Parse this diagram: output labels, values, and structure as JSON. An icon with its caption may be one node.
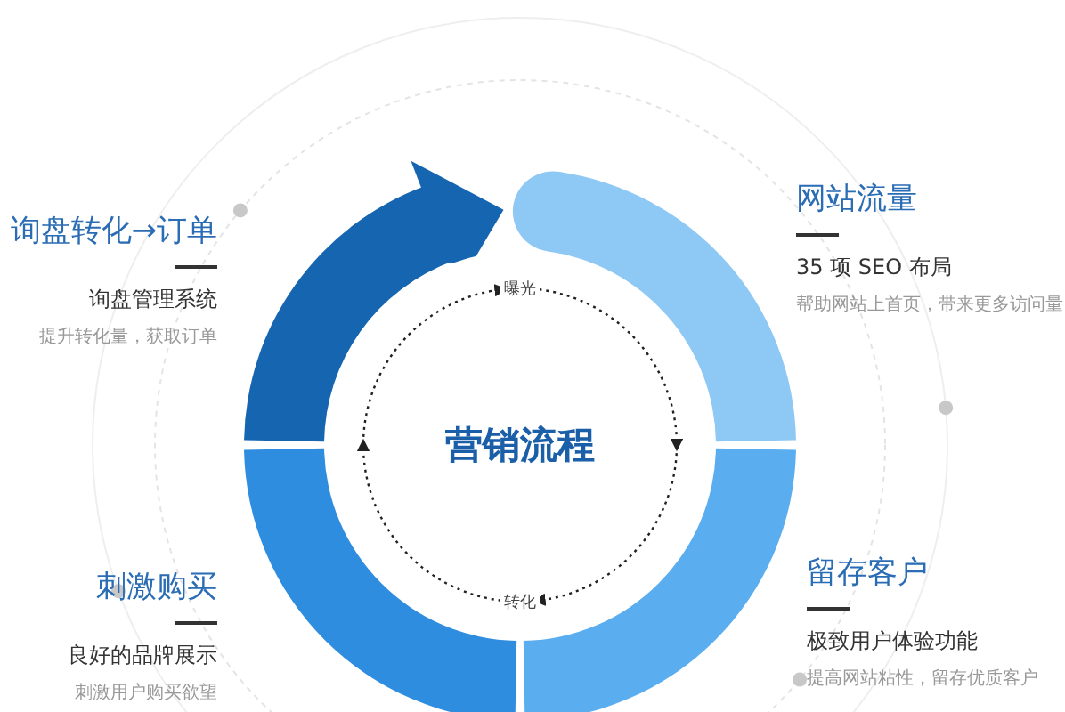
{
  "diagram": {
    "title": "营销流程",
    "nodes": [
      {
        "text": [
          "询盘转化→订单",
          "询盘管理系统",
          "提升转化量，获取订单"
        ]
      },
      {
        "text": [
          "网站流量",
          "35 项 SEO 布局",
          "帮助网站上首页，带来更多访问量"
        ]
      },
      {
        "text": [
          "刺激购买",
          "良好的品牌展示",
          "刺激用户购买欲望"
        ]
      },
      {
        "text": [
          "留存客户",
          "极致用户体验功能",
          "提高网站粘性，留存优质客户"
        ]
      },
      {
        "text": [
          "曝光"
        ]
      },
      {
        "text": [
          "转化"
        ]
      }
    ],
    "edges": [
      {
        "from": 4,
        "to": 5,
        "arrow": "to",
        "style": "dashed"
      },
      {
        "from": 5,
        "to": 4,
        "arrow": "to",
        "style": "dashed"
      }
    ]
  }
}
